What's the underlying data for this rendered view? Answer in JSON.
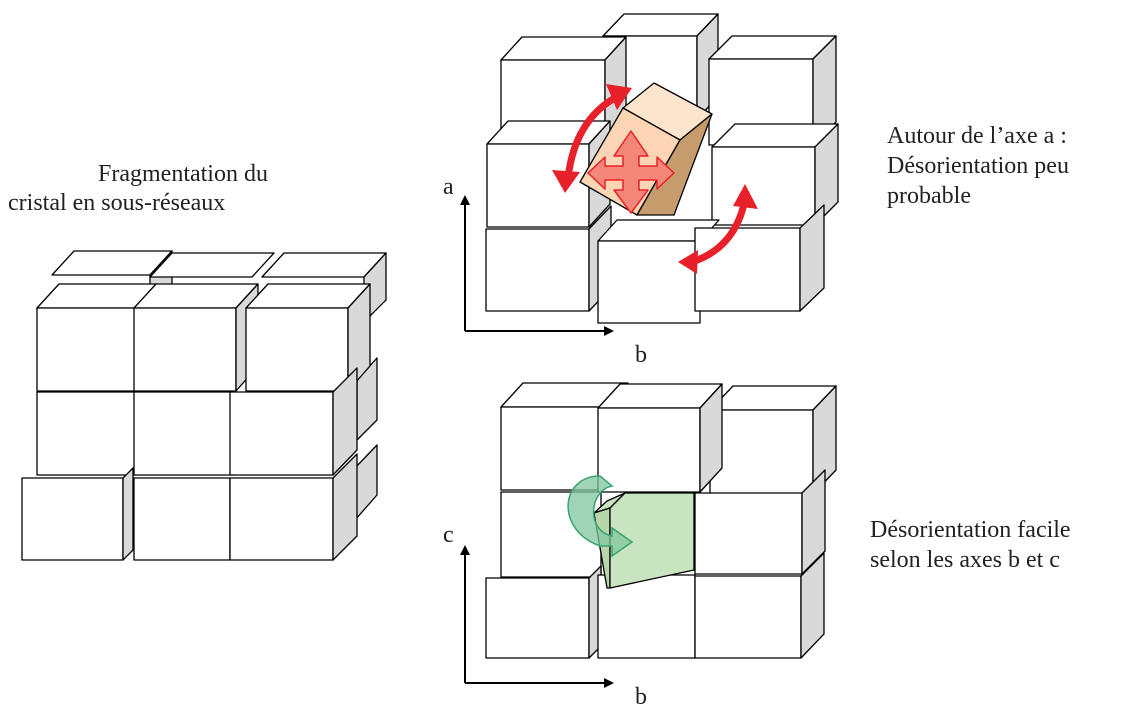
{
  "left": {
    "caption_line1": "Fragmentation du",
    "caption_line2": "cristal en sous-réseaux"
  },
  "top_panel": {
    "axis_vertical": "a",
    "axis_horizontal": "b",
    "note_line1": "Autour de l’axe a :",
    "note_line2": "Désorientation peu",
    "note_line3": "probable"
  },
  "bottom_panel": {
    "axis_vertical": "c",
    "axis_horizontal": "b",
    "note_line1": "Désorientation facile",
    "note_line2": "selon les axes b et c"
  },
  "colors": {
    "cube_front": "#ffffff",
    "cube_side": "#d9d9d9",
    "cube_top": "#ffffff",
    "rotated_cube_front": "#fcd5b4",
    "rotated_cube_side": "#c69c6d",
    "rotation_arrow_red": "#e8202a",
    "move_arrow_fill": "#f4877a",
    "tilted_cube_green": "#c9e4c0",
    "curved_arrow_green": "#3aa374"
  }
}
